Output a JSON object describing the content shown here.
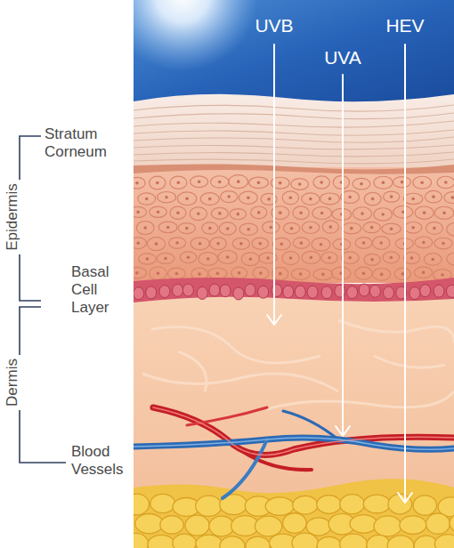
{
  "diagram": {
    "labels": [
      "UVB",
      "HEV",
      "UVA",
      "Stratum Corneum",
      "Epidermis",
      "Basal Cell Layer",
      "Dermis",
      "Blood Vessels"
    ]
  }
}
